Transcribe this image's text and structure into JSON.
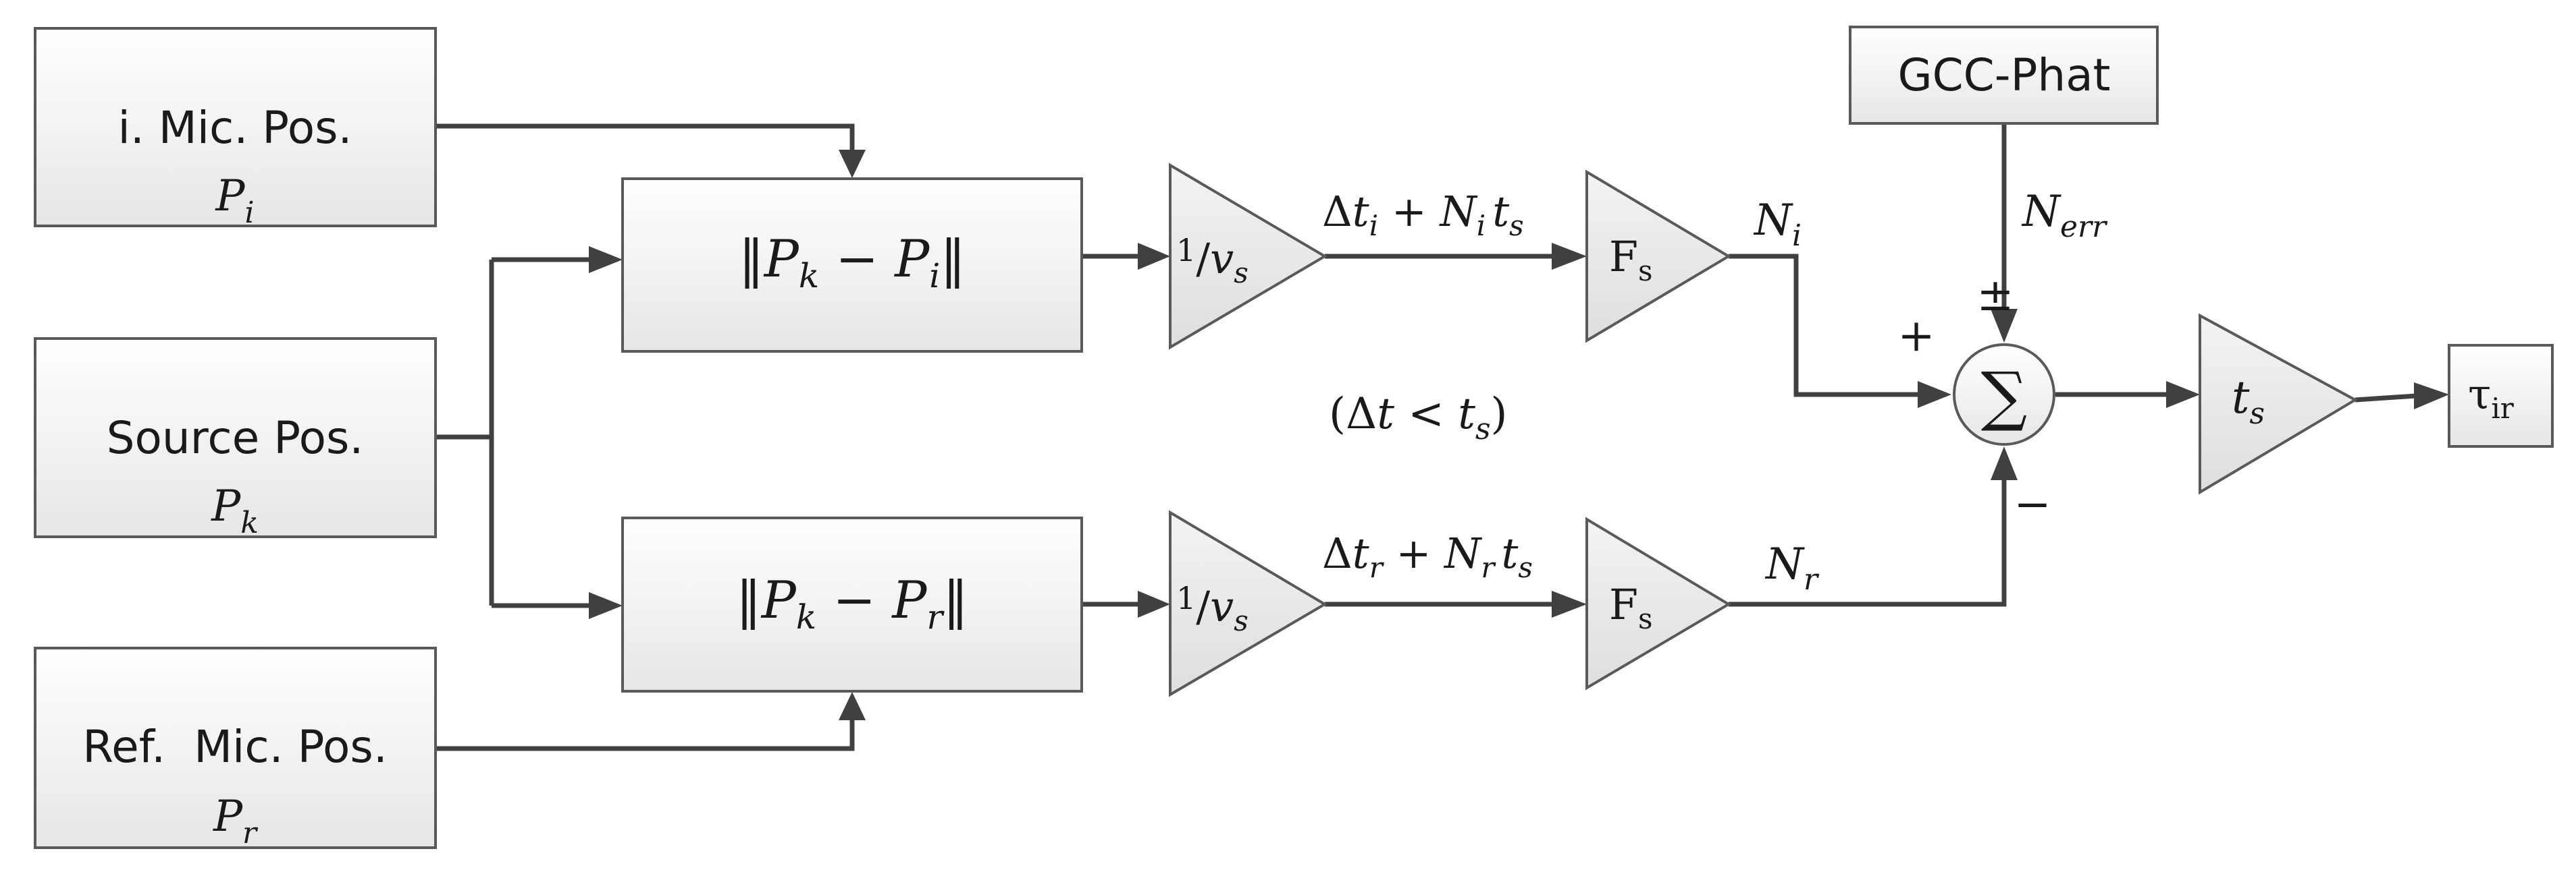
{
  "inputs": {
    "mic_i": {
      "title": "i. Mic. Pos.",
      "var": "P",
      "sub": "i"
    },
    "source": {
      "title": "Source Pos.",
      "var": "P",
      "sub": "k"
    },
    "mic_ref": {
      "title": "Ref.  Mic. Pos.",
      "var": "P",
      "sub": "r"
    }
  },
  "norm_blocks": {
    "top": {
      "open": "‖",
      "a": "P",
      "a_sub": "k",
      "minus": " − ",
      "b": "P",
      "b_sub": "i",
      "close": "‖"
    },
    "bottom": {
      "open": "‖",
      "a": "P",
      "a_sub": "k",
      "minus": " − ",
      "b": "P",
      "b_sub": "r",
      "close": "‖"
    }
  },
  "inv_speed": {
    "num": "1",
    "slash": "/",
    "var": "v",
    "sub": "s"
  },
  "delays": {
    "top": {
      "pre": "Δ",
      "t": "t",
      "t_sub": "i",
      "plus": " + ",
      "N": "N",
      "N_sub": "i",
      "ts": "t",
      "ts_sub": "s"
    },
    "bottom": {
      "pre": "Δ",
      "t": "t",
      "t_sub": "r",
      "plus": " + ",
      "N": "N",
      "N_sub": "r",
      "ts": "t",
      "ts_sub": "s"
    }
  },
  "fs_gain": {
    "main": "F",
    "sub": "s"
  },
  "counts": {
    "top": {
      "var": "N",
      "sub": "i"
    },
    "bottom": {
      "var": "N",
      "sub": "r"
    }
  },
  "condition": {
    "open": "(Δ",
    "t": "t",
    "lt": " < ",
    "ts": "t",
    "ts_sub": "s",
    "close": ")"
  },
  "gcc": {
    "label": "GCC-Phat",
    "err_var": "N",
    "err_sub": "err"
  },
  "sum": {
    "symbol": "∑",
    "plus": "+",
    "pm": "±",
    "minus": "−"
  },
  "ts_gain": {
    "var": "t",
    "sub": "s"
  },
  "output": {
    "main": "τ",
    "sub": "ir"
  }
}
